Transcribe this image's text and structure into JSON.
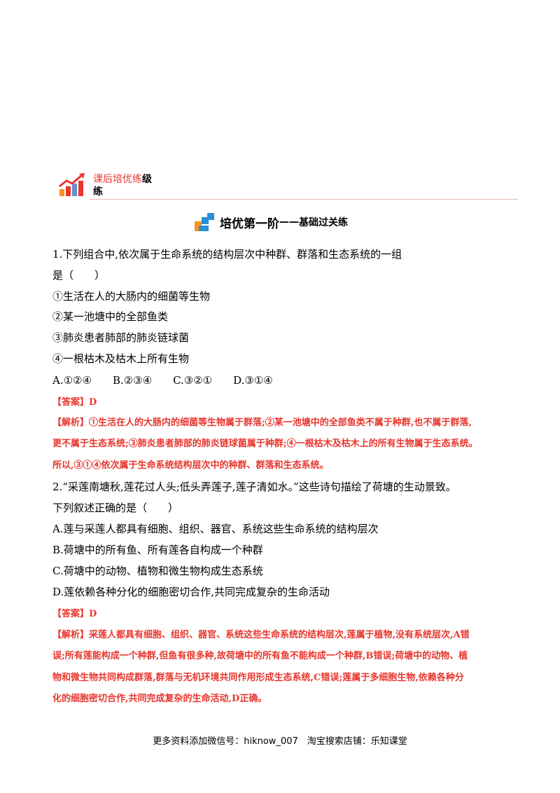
{
  "header": {
    "title_red": "课后培优练",
    "title_black_1": "级",
    "title_black_2": "练"
  },
  "section": {
    "title_big": "培优第一阶",
    "dash": "——",
    "title_small": "基础过关练"
  },
  "q1": {
    "stem_1": "1.下列组合中,依次属于生命系统的结构层次中种群、群落和生态系统的一组",
    "stem_2": "是（　　）",
    "item_1": "①生活在人的大肠内的细菌等生物",
    "item_2": "②某一池塘中的全部鱼类",
    "item_3": "③肺炎患者肺部的肺炎链球菌",
    "item_4": "④一根枯木及枯木上所有生物",
    "options": "A.①②④　　B.②③④　　C.③②①　　D.③①④",
    "answer": "【答案】D",
    "exp_1": "【解析】①生活在人的大肠内的细菌等生物属于群落;②某一池塘中的全部鱼类不属于种群,也不属于群落,",
    "exp_2": "更不属于生态系统;③肺炎患者肺部的肺炎链球菌属于种群;④一根枯木及枯木上的所有生物属于生态系统。",
    "exp_3": "所以,③①④依次属于生命系统结构层次中的种群、群落和生态系统。"
  },
  "q2": {
    "stem_1": "2.“采莲南塘秋,莲花过人头;低头弄莲子,莲子清如水。”这些诗句描绘了荷塘的生动景致。",
    "stem_2": "下列叙述正确的是（　　）",
    "opt_a": "A.莲与采莲人都具有细胞、组织、器官、系统这些生命系统的结构层次",
    "opt_b": "B.荷塘中的所有鱼、所有莲各自构成一个种群",
    "opt_c": "C.荷塘中的动物、植物和微生物构成生态系统",
    "opt_d": "D.莲依赖各种分化的细胞密切合作,共同完成复杂的生命活动",
    "answer": "【答案】D",
    "exp_1": "【解析】采莲人都具有细胞、组织、器官、系统这些生命系统的结构层次,莲属于植物,没有系统层次,A错",
    "exp_2": "误;所有莲能构成一个种群,但鱼有很多种,故荷塘中的所有鱼不能构成一个种群,B错误;荷塘中的动物、植",
    "exp_3": "物和微生物共同构成群落,群落与无机环境共同作用形成生态系统,C错误;莲属于多细胞生物,依赖各种分",
    "exp_4": "化的细胞密切合作,共同完成复杂的生命活动,D正确。"
  },
  "footer": {
    "text": "更多资料添加微信号：hiknow_007　淘宝搜索店铺：乐知课堂"
  }
}
